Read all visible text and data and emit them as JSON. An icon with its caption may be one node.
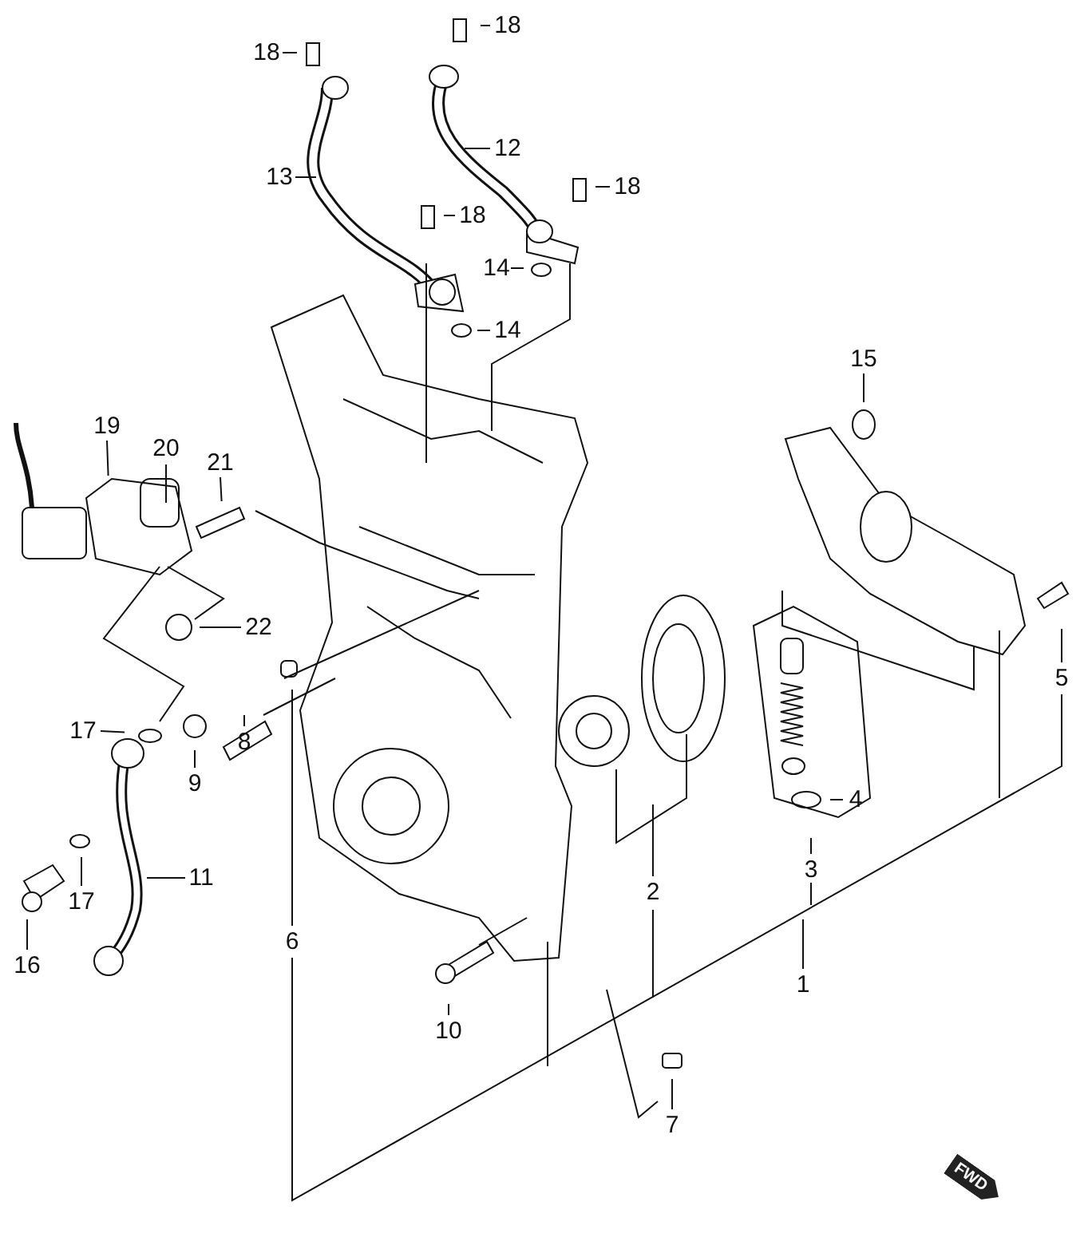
{
  "diagram": {
    "nodes": [
      {
        "text": [
          "18"
        ]
      },
      {
        "text": [
          "18"
        ]
      },
      {
        "text": [
          "12"
        ]
      },
      {
        "text": [
          "13"
        ]
      },
      {
        "text": [
          "18"
        ]
      },
      {
        "text": [
          "18"
        ]
      },
      {
        "text": [
          "14"
        ]
      },
      {
        "text": [
          "14"
        ]
      },
      {
        "text": [
          "15"
        ]
      },
      {
        "text": [
          "19"
        ]
      },
      {
        "text": [
          "20"
        ]
      },
      {
        "text": [
          "21"
        ]
      },
      {
        "text": [
          "22"
        ]
      },
      {
        "text": [
          "5"
        ]
      },
      {
        "text": [
          "17"
        ]
      },
      {
        "text": [
          "8"
        ]
      },
      {
        "text": [
          "9"
        ]
      },
      {
        "text": [
          "4"
        ]
      },
      {
        "text": [
          "3"
        ]
      },
      {
        "text": [
          "11"
        ]
      },
      {
        "text": [
          "2"
        ]
      },
      {
        "text": [
          "17"
        ]
      },
      {
        "text": [
          "6"
        ]
      },
      {
        "text": [
          "16"
        ]
      },
      {
        "text": [
          "1"
        ]
      },
      {
        "text": [
          "10"
        ]
      },
      {
        "text": [
          "7"
        ]
      }
    ],
    "edges": [
      {
        "from": 0,
        "to": null,
        "arrow": "none"
      },
      {
        "from": 1,
        "to": null,
        "arrow": "none"
      },
      {
        "from": 2,
        "to": null,
        "arrow": "none"
      },
      {
        "from": 3,
        "to": null,
        "arrow": "none"
      },
      {
        "from": 4,
        "to": null,
        "arrow": "none"
      },
      {
        "from": 5,
        "to": null,
        "arrow": "none"
      },
      {
        "from": 6,
        "to": null,
        "arrow": "none"
      },
      {
        "from": 7,
        "to": null,
        "arrow": "none"
      },
      {
        "from": 8,
        "to": null,
        "arrow": "none"
      },
      {
        "from": 9,
        "to": null,
        "arrow": "none"
      },
      {
        "from": 10,
        "to": null,
        "arrow": "none"
      },
      {
        "from": 11,
        "to": null,
        "arrow": "none"
      },
      {
        "from": 12,
        "to": null,
        "arrow": "none"
      },
      {
        "from": 13,
        "to": null,
        "arrow": "none"
      },
      {
        "from": 14,
        "to": null,
        "arrow": "none"
      },
      {
        "from": 15,
        "to": null,
        "arrow": "none"
      },
      {
        "from": 16,
        "to": null,
        "arrow": "none"
      },
      {
        "from": 17,
        "to": null,
        "arrow": "none"
      },
      {
        "from": 18,
        "to": null,
        "arrow": "none"
      },
      {
        "from": 19,
        "to": null,
        "arrow": "none"
      },
      {
        "from": 20,
        "to": null,
        "arrow": "none"
      },
      {
        "from": 21,
        "to": null,
        "arrow": "none"
      },
      {
        "from": 22,
        "to": null,
        "arrow": "none"
      },
      {
        "from": 23,
        "to": null,
        "arrow": "none"
      },
      {
        "from": 24,
        "to": null,
        "arrow": "none"
      },
      {
        "from": 25,
        "to": null,
        "arrow": "none"
      },
      {
        "from": 26,
        "to": null,
        "arrow": "none"
      }
    ],
    "labels": [
      "FWD"
    ]
  }
}
